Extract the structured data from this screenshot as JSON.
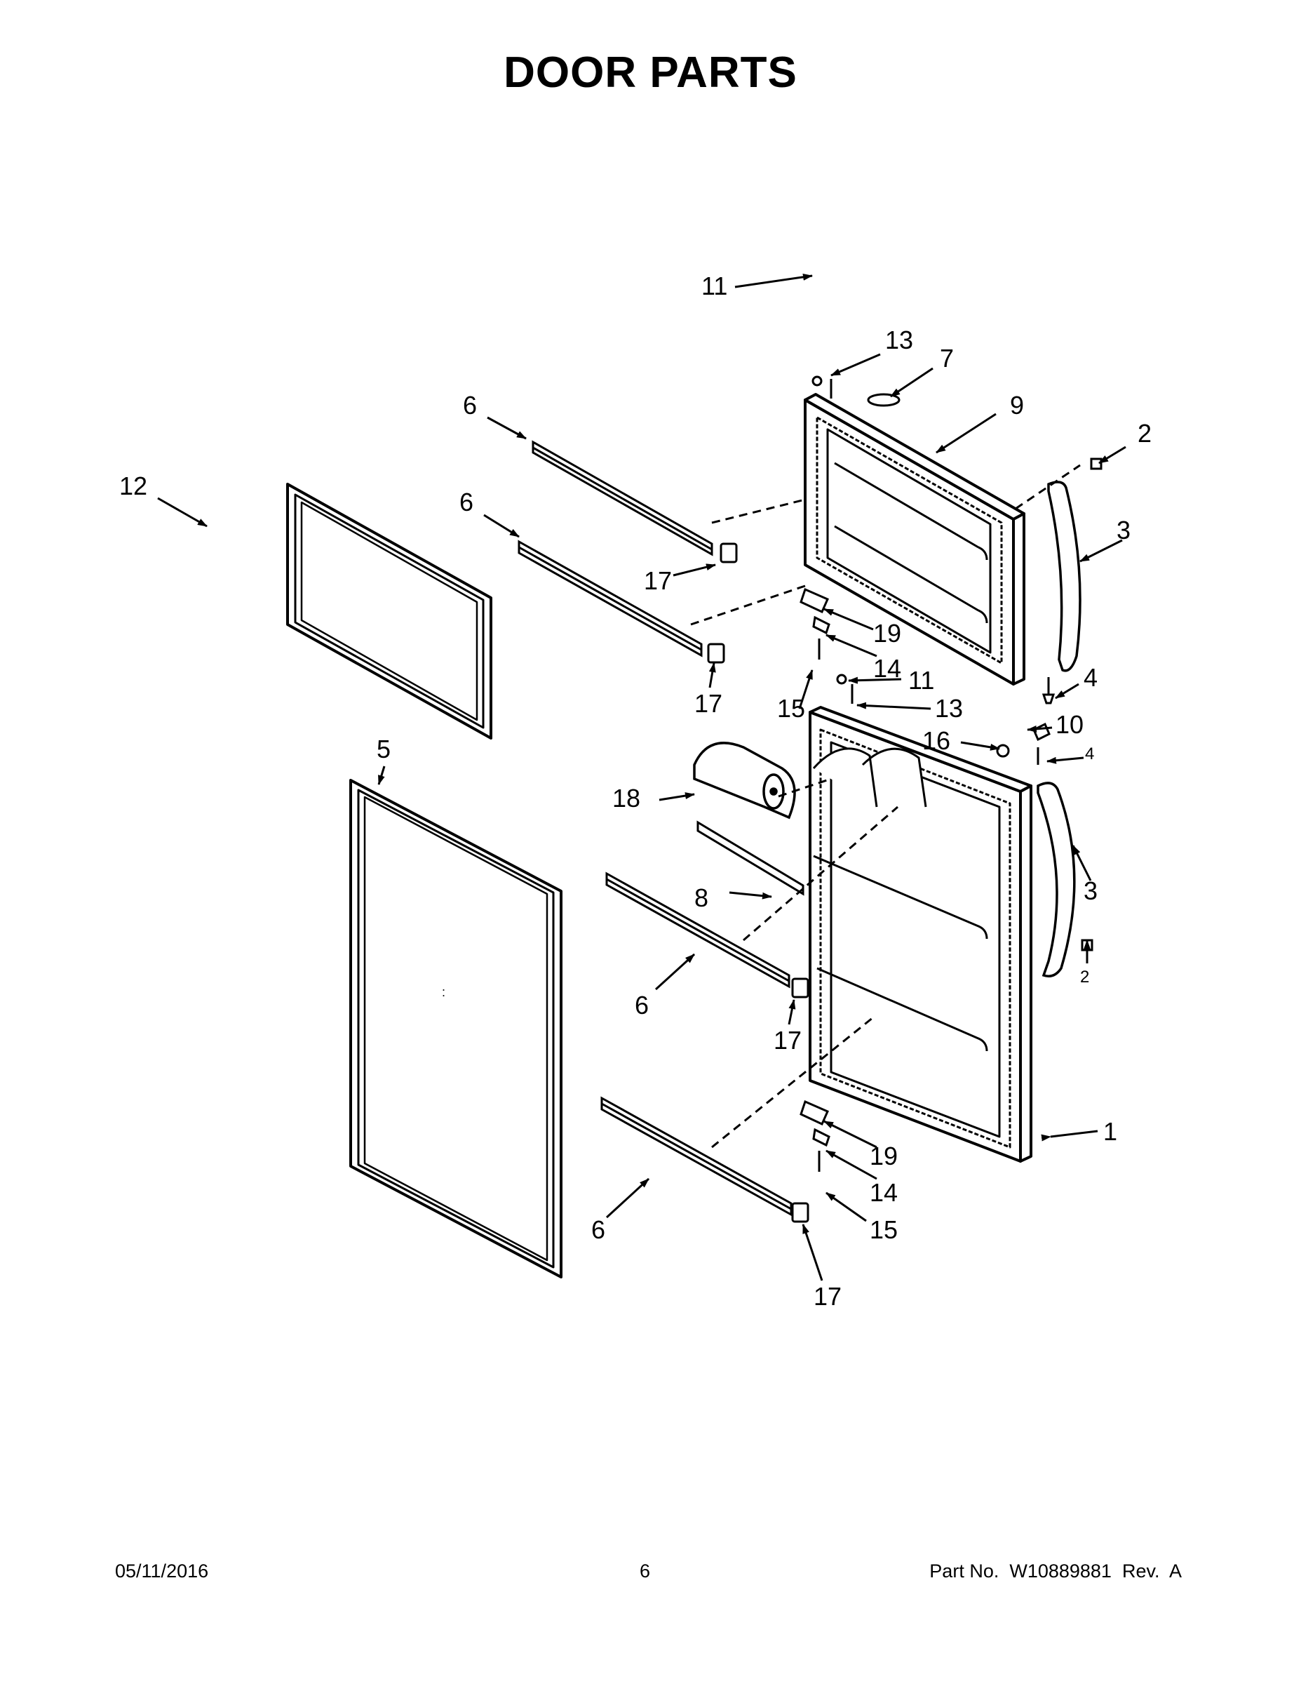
{
  "page": {
    "title": "DOOR PARTS",
    "footer": {
      "date": "05/11/2016",
      "page_number": "6",
      "part_number": "Part No.  W10889881  Rev.  A"
    }
  },
  "callouts": {
    "c1": "1",
    "c2a": "2",
    "c2b": "2",
    "c3a": "3",
    "c3b": "3",
    "c4a": "4",
    "c4b": "4",
    "c5": "5",
    "c6a": "6",
    "c6b": "6",
    "c6c": "6",
    "c6d": "6",
    "c7": "7",
    "c8": "8",
    "c9": "9",
    "c10": "10",
    "c11a": "11",
    "c11b": "11",
    "c12": "12",
    "c13a": "13",
    "c13b": "13",
    "c14a": "14",
    "c14b": "14",
    "c15a": "15",
    "c15b": "15",
    "c16": "16",
    "c17a": "17",
    "c17b": "17",
    "c17c": "17",
    "c17d": "17",
    "c18": "18",
    "c19a": "19",
    "c19b": "19"
  }
}
